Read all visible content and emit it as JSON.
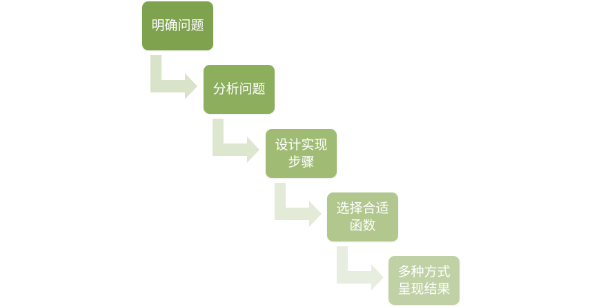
{
  "steps": [
    {
      "label": "明确问题",
      "color": "#7fa24e"
    },
    {
      "label": "分析问题",
      "color": "#8cae5d"
    },
    {
      "label": "设计实现步骤",
      "color": "#a0bc74"
    },
    {
      "label": "选择合适函数",
      "color": "#b1c78d"
    },
    {
      "label": "多种方式呈现结果",
      "color": "#c1d1a6"
    }
  ],
  "arrow_colors": [
    "#d8e3c9",
    "#dde7cf",
    "#e3ebd7",
    "#e8eedf"
  ]
}
